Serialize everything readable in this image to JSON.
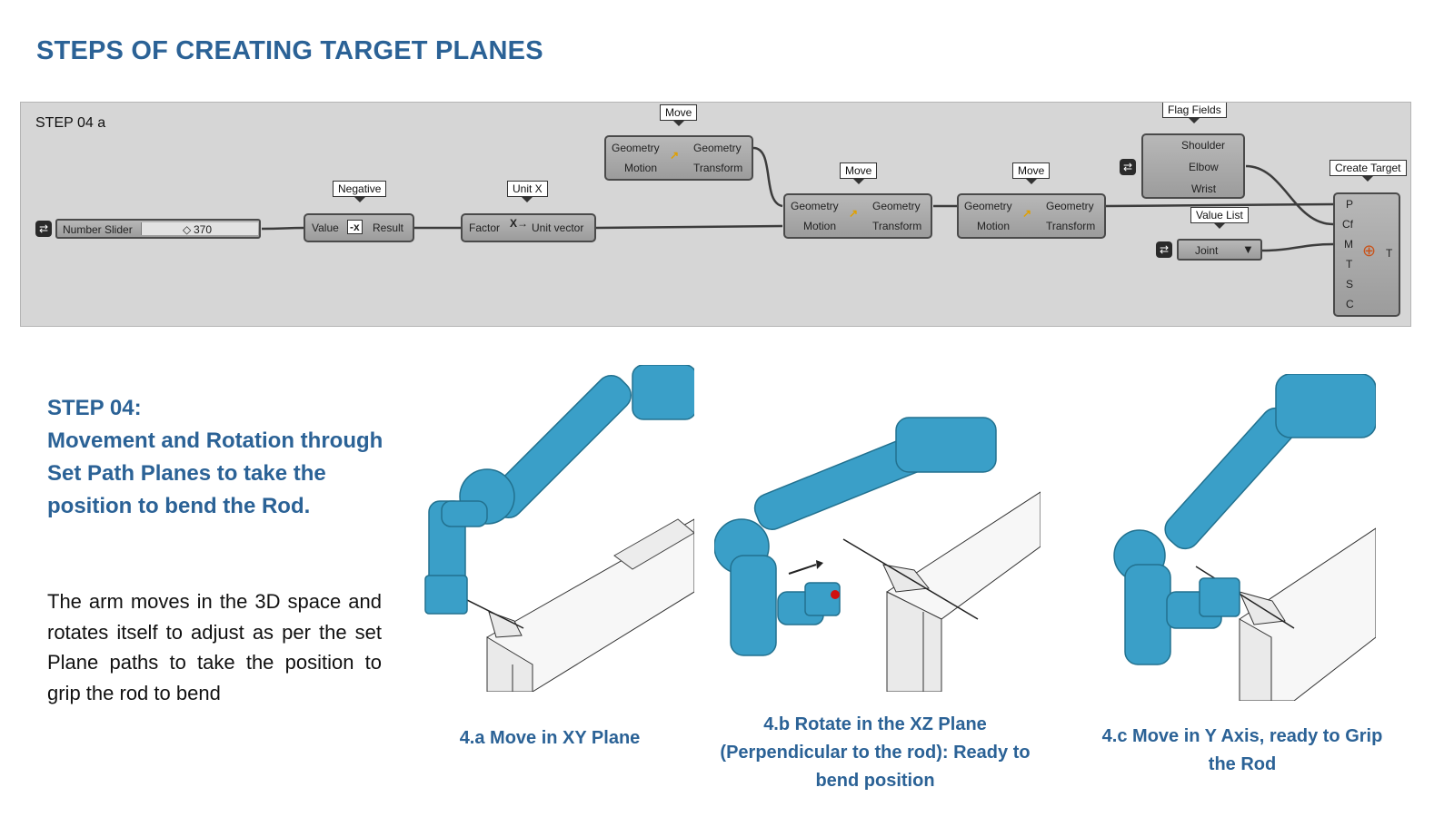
{
  "title": "STEPS OF CREATING TARGET PLANES",
  "canvas": {
    "step_label": "STEP 04 a",
    "slider": {
      "label": "Number Slider",
      "value": "370"
    },
    "negative": {
      "tag": "Negative",
      "in": "Value",
      "out": "Result"
    },
    "unitx": {
      "tag": "Unit X",
      "in": "Factor",
      "out": "Unit vector"
    },
    "move1": {
      "tag": "Move",
      "in1": "Geometry",
      "in2": "Motion",
      "out1": "Geometry",
      "out2": "Transform"
    },
    "move2": {
      "tag": "Move",
      "in1": "Geometry",
      "in2": "Motion",
      "out1": "Geometry",
      "out2": "Transform"
    },
    "move3": {
      "tag": "Move",
      "in1": "Geometry",
      "in2": "Motion",
      "out1": "Geometry",
      "out2": "Transform"
    },
    "flags": {
      "tag": "Flag Fields",
      "items": [
        "Shoulder",
        "Elbow",
        "Wrist"
      ]
    },
    "valuelist": {
      "tag": "Value List",
      "value": "Joint"
    },
    "target": {
      "tag": "Create Target",
      "inputs": [
        "P",
        "Cf",
        "M",
        "T",
        "S",
        "C"
      ],
      "output": "T"
    }
  },
  "section": {
    "heading_line1": "STEP 04:",
    "heading_line2": "Movement and Rotation through Set Path Planes to take the position to bend the Rod.",
    "body": "The arm moves in the 3D space and rotates itself to adjust as per the set Plane paths to take the position to grip the rod to bend"
  },
  "captions": {
    "a": "4.a Move in XY Plane",
    "b": "4.b Rotate in the XZ Plane (Perpendicular to the rod): Ready to bend position",
    "c": "4.c Move in Y Axis, ready to Grip the Rod"
  },
  "colors": {
    "accent": "#2b6296",
    "robot": "#3a9fc8",
    "canvas": "#d6d6d6"
  }
}
